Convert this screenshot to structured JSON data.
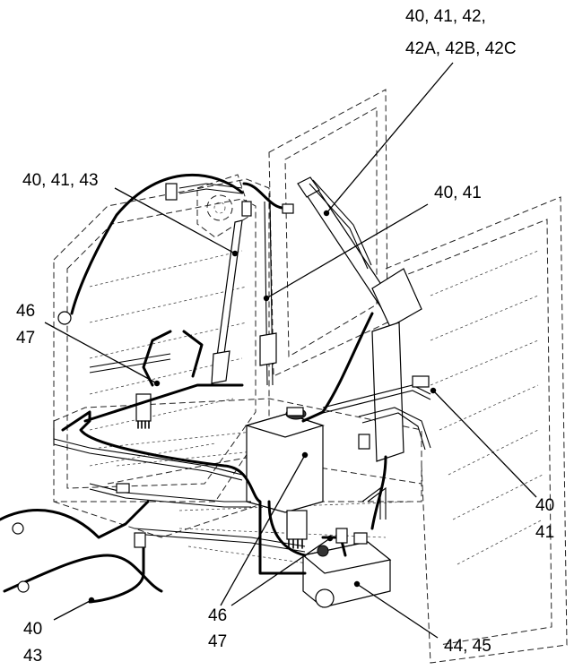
{
  "callouts": {
    "c1": {
      "line1": "40, 41, 42,",
      "line2": "42A, 42B,  42C"
    },
    "c2": {
      "line1": "40, 41, 43"
    },
    "c3": {
      "line1": "40, 41"
    },
    "c4": {
      "line1": "46",
      "line2": "47"
    },
    "c5": {
      "line1": "40",
      "line2": "41"
    },
    "c6": {
      "line1": "40",
      "line2": "43"
    },
    "c7": {
      "line1": "46",
      "line2": "47"
    },
    "c8": {
      "line1": "44, 45"
    }
  }
}
